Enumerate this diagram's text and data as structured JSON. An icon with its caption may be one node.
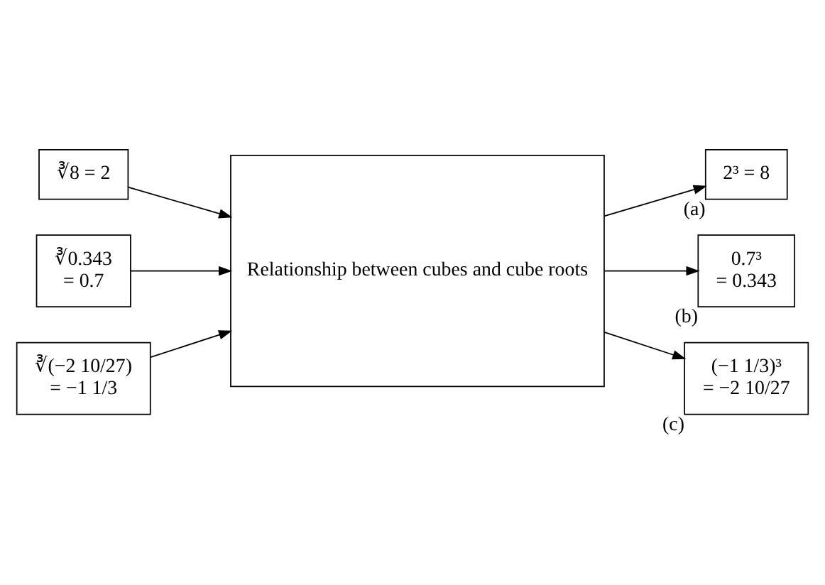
{
  "diagram": {
    "nodes": [
      {
        "text": [
          "∛8 = 2"
        ]
      },
      {
        "text": [
          "∛0.343",
          "= 0.7"
        ]
      },
      {
        "text": [
          "∛(−2 10/27)",
          "= −1 1/3"
        ]
      },
      {
        "text": [
          "Relationship between cubes and cube roots"
        ]
      },
      {
        "text": [
          "2³ = 8"
        ],
        "beside": [
          "(a)"
        ]
      },
      {
        "text": [
          "0.7³",
          "= 0.343"
        ],
        "beside": [
          "(b)"
        ]
      },
      {
        "text": [
          "(−1 1/3)³",
          "= −2 10/27"
        ],
        "beside": [
          "(c)"
        ]
      }
    ],
    "edges": [
      {
        "from": 0,
        "to": 3,
        "arrow": "to"
      },
      {
        "from": 1,
        "to": 3,
        "arrow": "to"
      },
      {
        "from": 2,
        "to": 3,
        "arrow": "to"
      },
      {
        "from": 3,
        "to": 4,
        "arrow": "to"
      },
      {
        "from": 3,
        "to": 5,
        "arrow": "to"
      },
      {
        "from": 3,
        "to": 6,
        "arrow": "to"
      }
    ]
  }
}
